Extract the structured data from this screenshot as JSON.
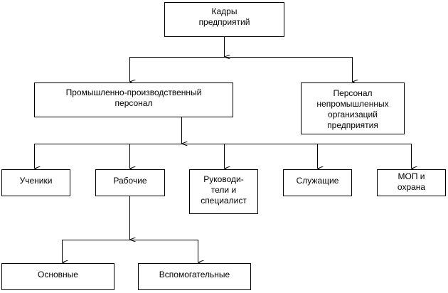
{
  "nodes": {
    "root": "Кадры\nпредприятий",
    "industrial": "Промышленно-производственный\nперсонал",
    "nonindustrial": "Персонал\nнепромышленных\nорганизаций\nпредприятия",
    "apprentices": "Ученики",
    "workers": "Рабочие",
    "managers": "Руководи-\nтели и\nспециалист",
    "employees": "Служащие",
    "mop": "МОП и\nохрана",
    "main": "Основные",
    "auxiliary": "Вспомогательные"
  },
  "colors": {
    "line": "#000000",
    "background": "#ffffff"
  }
}
